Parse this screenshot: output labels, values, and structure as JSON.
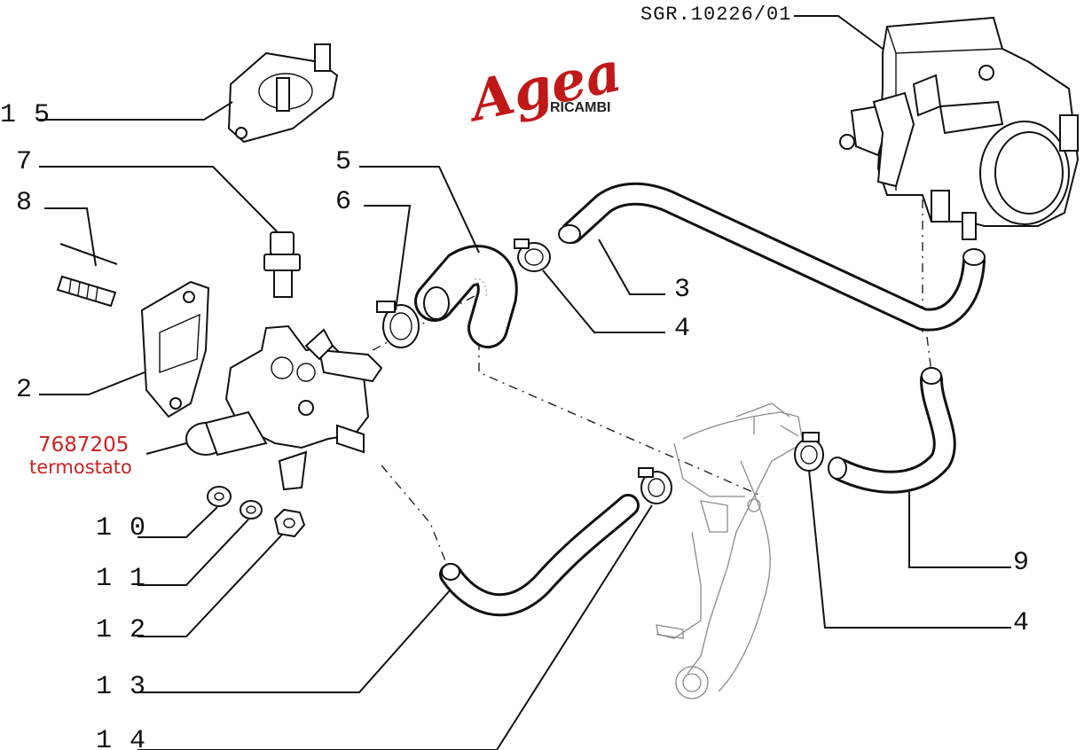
{
  "drawing_code": "SGR.10226/01",
  "logo": {
    "brand": "Agea",
    "tagline": "RICAMBI",
    "brand_color": "#c01818"
  },
  "highlight": {
    "part_number": "7687205",
    "description": "termostato",
    "color": "#cc2222"
  },
  "callouts": {
    "c15": "1 5",
    "c7": "7",
    "c8": "8",
    "c2": "2",
    "c5": "5",
    "c6": "6",
    "c3": "3",
    "c4a": "4",
    "c9": "9",
    "c4b": "4",
    "c10": "1 0",
    "c11": "1 1",
    "c12": "1 2",
    "c13": "1 3",
    "c14": "1 4"
  }
}
